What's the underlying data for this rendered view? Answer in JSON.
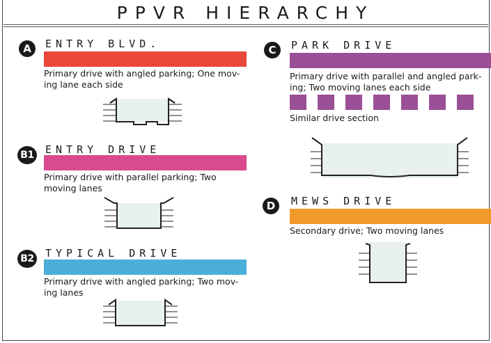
{
  "title": "PPVR HIERARCHY",
  "colors": {
    "entry_blvd": "#e8473a",
    "entry_drive": "#d94b8e",
    "typical_drive": "#4baed9",
    "park_drive": "#9a4f96",
    "mews_drive": "#f19a2a",
    "road_fill": "#e8f1ee"
  },
  "sections": [
    {
      "badge": "A",
      "heading": "ENTRY BLVD.",
      "description": "Primary drive with angled parking; One moving lane each side",
      "desc_line1": "Primary drive with angled parking; One mov-",
      "desc_line2": "ing lane each side",
      "color_key": "entry_blvd"
    },
    {
      "badge": "B1",
      "heading": "ENTRY DRIVE",
      "desc_line1": "Primary drive with parallel parking; Two",
      "desc_line2": "moving lanes",
      "color_key": "entry_drive"
    },
    {
      "badge": "B2",
      "heading": "TYPICAL DRIVE",
      "desc_line1": "Primary drive with angled parking; Two mov-",
      "desc_line2": "ing lanes",
      "color_key": "typical_drive"
    },
    {
      "badge": "C",
      "heading": "PARK DRIVE",
      "desc_line1": "Primary drive with parallel and angled park-",
      "desc_line2": "ing; Two moving lanes each side",
      "sub_note": "Similar drive section",
      "color_key": "park_drive"
    },
    {
      "badge": "D",
      "heading": "MEWS DRIVE",
      "desc_line1": "Secondary drive; Two moving lanes",
      "color_key": "mews_drive"
    }
  ]
}
